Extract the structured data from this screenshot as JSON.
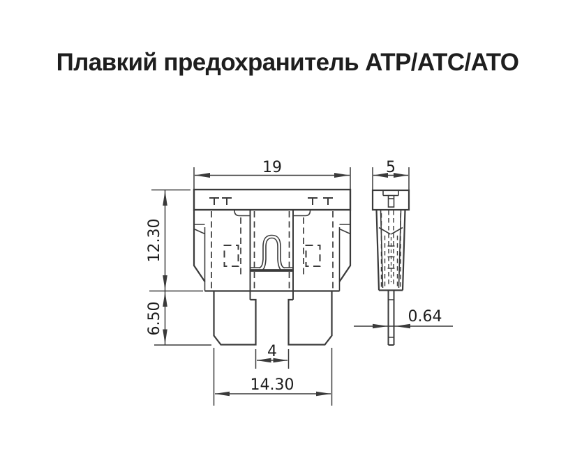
{
  "title": "Плавкий предохранитель ATP/ATC/ATO",
  "colors": {
    "background": "#ffffff",
    "line": "#3a3a3a",
    "text": "#1e1e1e"
  },
  "drawing": {
    "views": {
      "front": "front-view-of-blade-fuse",
      "side": "side-view-of-blade-fuse"
    },
    "dimensions": {
      "overall_width": "19",
      "side_width": "5",
      "body_height": "12.30",
      "terminal_height": "6.50",
      "terminal_gap": "4",
      "terminal_span": "14.30",
      "terminal_thickness": "0.64"
    }
  }
}
